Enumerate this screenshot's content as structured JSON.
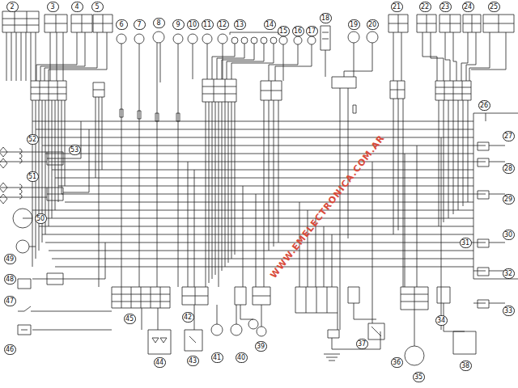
{
  "diagram": {
    "labels": [
      "2",
      "3",
      "4",
      "5",
      "6",
      "7",
      "8",
      "9",
      "10",
      "11",
      "12",
      "13",
      "14",
      "15",
      "16",
      "17",
      "18",
      "19",
      "20",
      "21",
      "22",
      "23",
      "24",
      "25",
      "26",
      "27",
      "28",
      "29",
      "30",
      "31",
      "32",
      "33",
      "34",
      "35",
      "36",
      "37",
      "38",
      "39",
      "40",
      "41",
      "42",
      "43",
      "44",
      "45",
      "46",
      "47",
      "48",
      "49",
      "50",
      "51",
      "52",
      "53",
      "WWW.EMELECTRONICA.COM.AR"
    ]
  }
}
